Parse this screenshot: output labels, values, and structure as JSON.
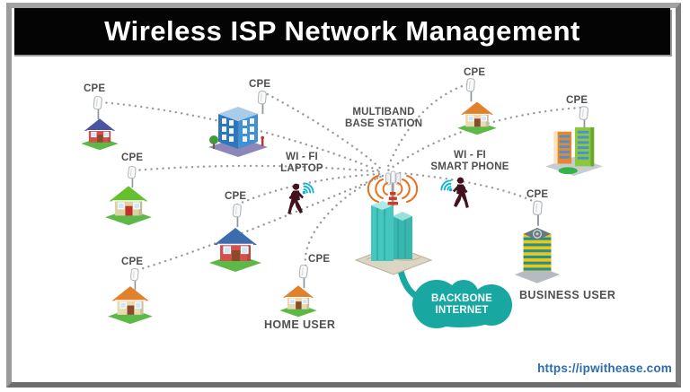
{
  "header": {
    "title": "Wireless ISP Network Management"
  },
  "labels": {
    "cpe": "CPE",
    "multiband_line1": "MULTIBAND",
    "multiband_line2": "BASE STATION",
    "wifi_laptop_line1": "WI - FI",
    "wifi_laptop_line2": "LAPTOP",
    "wifi_phone_line1": "WI - FI",
    "wifi_phone_line2": "SMART PHONE",
    "home_user": "HOME USER",
    "business_user": "BUSINESS USER",
    "backbone_line1": "BACKBONE",
    "backbone_line2": "INTERNET"
  },
  "footer": {
    "url": "https://ipwithease.com"
  },
  "colors": {
    "header_bg": "#040404",
    "header_text": "#ffffff",
    "label_gray": "#4f4f4f",
    "dotted_line": "#9b9b9b",
    "backbone_teal": "#18a7a1",
    "station_building_teal": "#45c6be",
    "wave_orange": "#e8701a",
    "wifi_cyan": "#00b4d2",
    "person_silhouette": "#43121f",
    "url_blue": "#2b6cb2"
  },
  "diagram": {
    "hub": "multiband-base-station",
    "cpe_sites": [
      "red-house",
      "green-house",
      "orange-house",
      "blue-building",
      "red-house-center",
      "home-user-house",
      "orange-house-right",
      "apartment-towers",
      "business-tower"
    ],
    "wireless_clients": [
      "wifi-laptop-user",
      "wifi-smartphone-user"
    ],
    "backbone": "backbone-internet-cloud"
  }
}
